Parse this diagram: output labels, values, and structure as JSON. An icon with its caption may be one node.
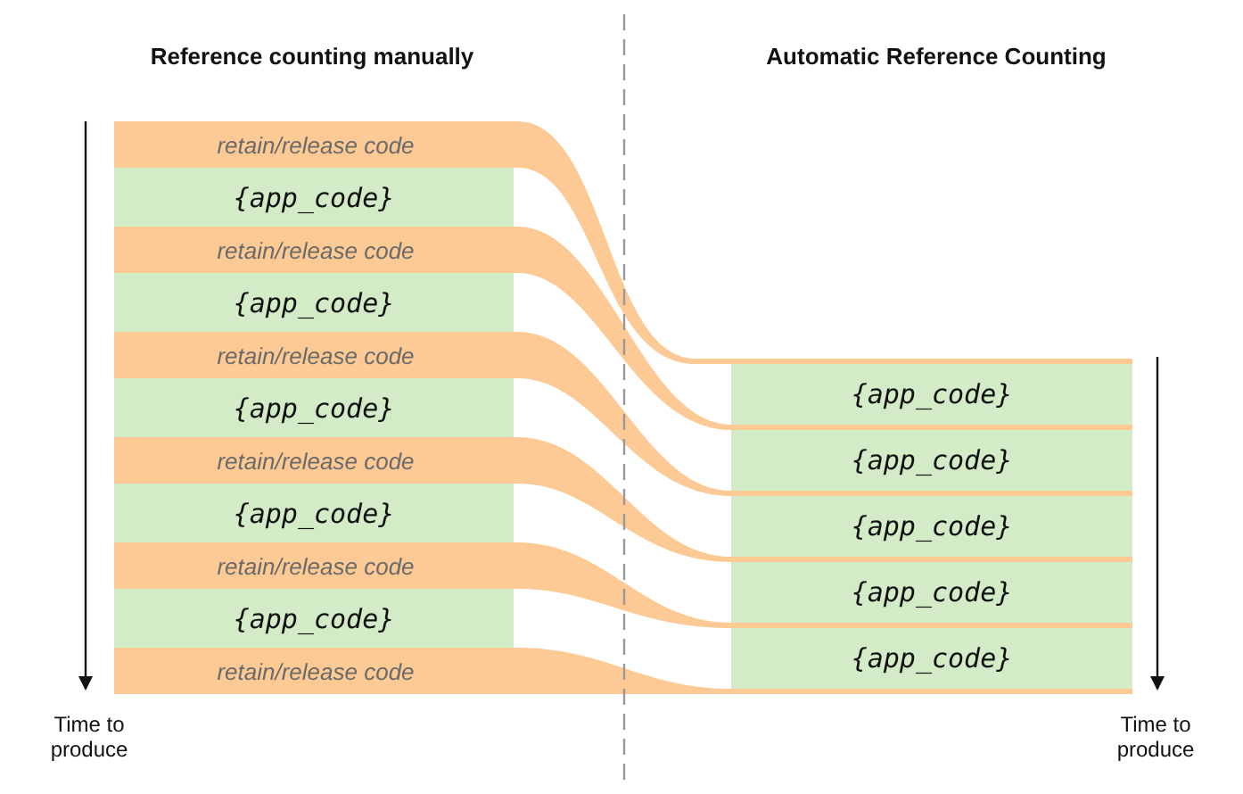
{
  "diagram": {
    "nodes": [
      {
        "text": [
          "retain/release code"
        ]
      },
      {
        "text": [
          "{app_code}"
        ]
      },
      {
        "text": [
          "retain/release code"
        ]
      },
      {
        "text": [
          "{app_code}"
        ]
      },
      {
        "text": [
          "retain/release code"
        ]
      },
      {
        "text": [
          "{app_code}"
        ]
      },
      {
        "text": [
          "retain/release code"
        ]
      },
      {
        "text": [
          "{app_code}"
        ]
      },
      {
        "text": [
          "retain/release code"
        ]
      },
      {
        "text": [
          "{app_code}"
        ]
      },
      {
        "text": [
          "retain/release code"
        ]
      },
      {
        "text": [
          "{app_code}"
        ]
      },
      {
        "text": [
          "{app_code}"
        ]
      },
      {
        "text": [
          "{app_code}"
        ]
      },
      {
        "text": [
          "{app_code}"
        ]
      },
      {
        "text": [
          "{app_code}"
        ]
      }
    ],
    "edges": [],
    "labels": [
      "Reference counting manually",
      "Automatic Reference Counting",
      "Time to produce",
      "Time to produce"
    ]
  }
}
